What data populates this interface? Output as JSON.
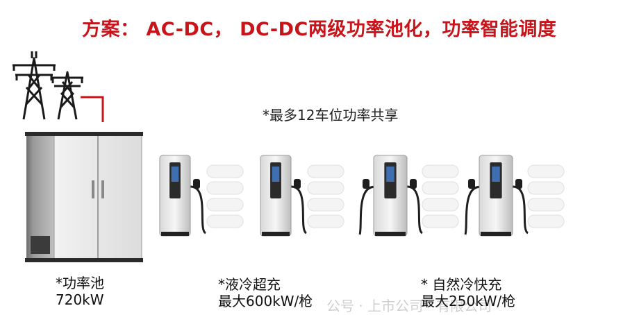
{
  "title": "方案： AC-DC， DC-DC两级功率池化，功率智能调度",
  "note": "*最多12车位功率共享",
  "pool": {
    "line1": "*功率池",
    "line2": "720kW"
  },
  "liquid": {
    "line1": "*液冷超充",
    "line2": "最大600kW/枪"
  },
  "natural": {
    "line1": "* 自然冷快充",
    "line2": "最大250kW/枪"
  },
  "watermark": "公号 · 上市公司 · 有限公司",
  "colors": {
    "title": "#c8151b",
    "wire": "#c8151b"
  }
}
